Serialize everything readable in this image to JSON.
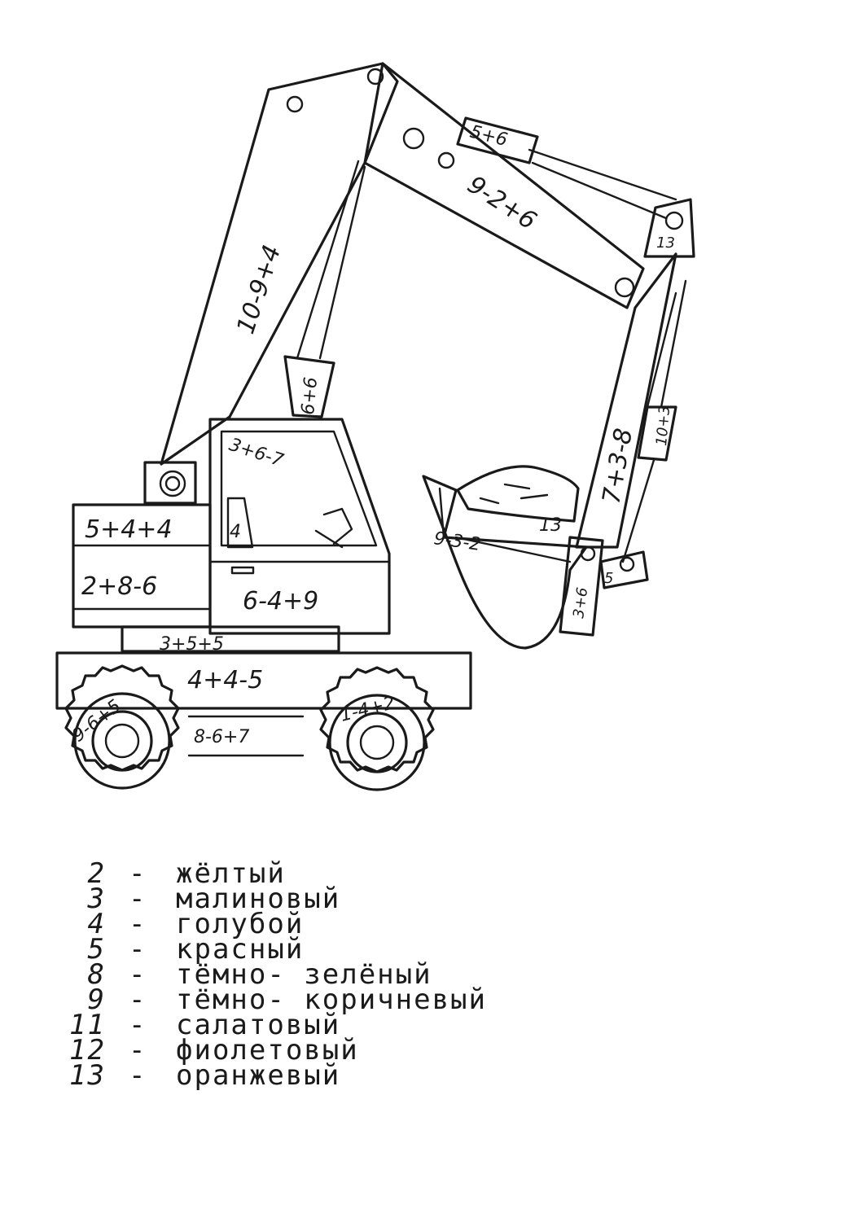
{
  "excavator": {
    "labels": {
      "boom": "10-9+4",
      "arm": "9-2+6",
      "arm_cylinder": "5+6",
      "boom_cylinder": "6+6",
      "bucket_link": "13",
      "stick": "7+3-8",
      "bucket_cylinder": "10+3",
      "cab_window": "3+6-7",
      "seat": "4",
      "cab_door": "6-4+9",
      "engine_top": "5+4+4",
      "engine_bottom": "2+8-6",
      "base_strip": "3+5+5",
      "chassis": "4+4-5",
      "axle": "8-6+7",
      "left_wheel": "9-6+5",
      "right_wheel": "1-4+2",
      "bucket_load": "13",
      "bucket": "9-3-2",
      "bucket_joint": "3+6",
      "hinge_block": "5"
    }
  },
  "legend": [
    {
      "number": "2",
      "dash": "-",
      "color": "жёлтый"
    },
    {
      "number": "3",
      "dash": "-",
      "color": "малиновый"
    },
    {
      "number": "4",
      "dash": "-",
      "color": "голубой"
    },
    {
      "number": "5",
      "dash": "-",
      "color": "красный"
    },
    {
      "number": "8",
      "dash": "-",
      "color": "тёмно- зелёный"
    },
    {
      "number": "9",
      "dash": "-",
      "color": "тёмно- коричневый"
    },
    {
      "number": "11",
      "dash": "-",
      "color": "салатовый"
    },
    {
      "number": "12",
      "dash": "-",
      "color": "фиолетовый"
    },
    {
      "number": "13",
      "dash": "-",
      "color": "оранжевый"
    }
  ]
}
